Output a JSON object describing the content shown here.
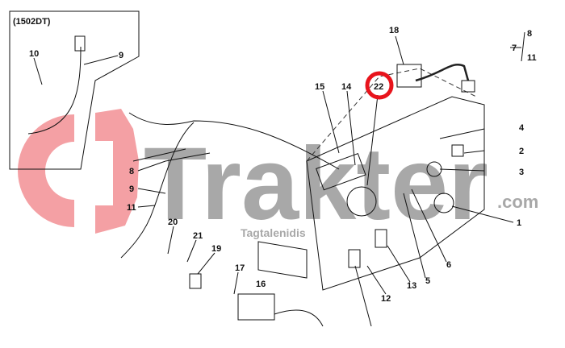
{
  "diagram": {
    "inset_title": "(1502DT)",
    "highlight_color": "#e8141c",
    "highlighted_part": "22",
    "callouts": {
      "p1": "1",
      "p2": "2",
      "p3": "3",
      "p4": "4",
      "p5": "5",
      "p6": "6",
      "p7": "7",
      "p8_legend": "8",
      "p11_legend": "11",
      "p8": "8",
      "p9": "9",
      "p9_inset": "9",
      "p10": "10",
      "p11": "11",
      "p12": "12",
      "p13": "13",
      "p14": "14",
      "p15": "15",
      "p16": "16",
      "p17": "17",
      "p18": "18",
      "p19": "19",
      "p20": "20",
      "p21": "21",
      "p22": "22"
    }
  },
  "watermark": {
    "brand": "Trakter",
    "domain": ".com",
    "owner": "Tagtalenidis",
    "logo_color": "#f4a0a4"
  }
}
